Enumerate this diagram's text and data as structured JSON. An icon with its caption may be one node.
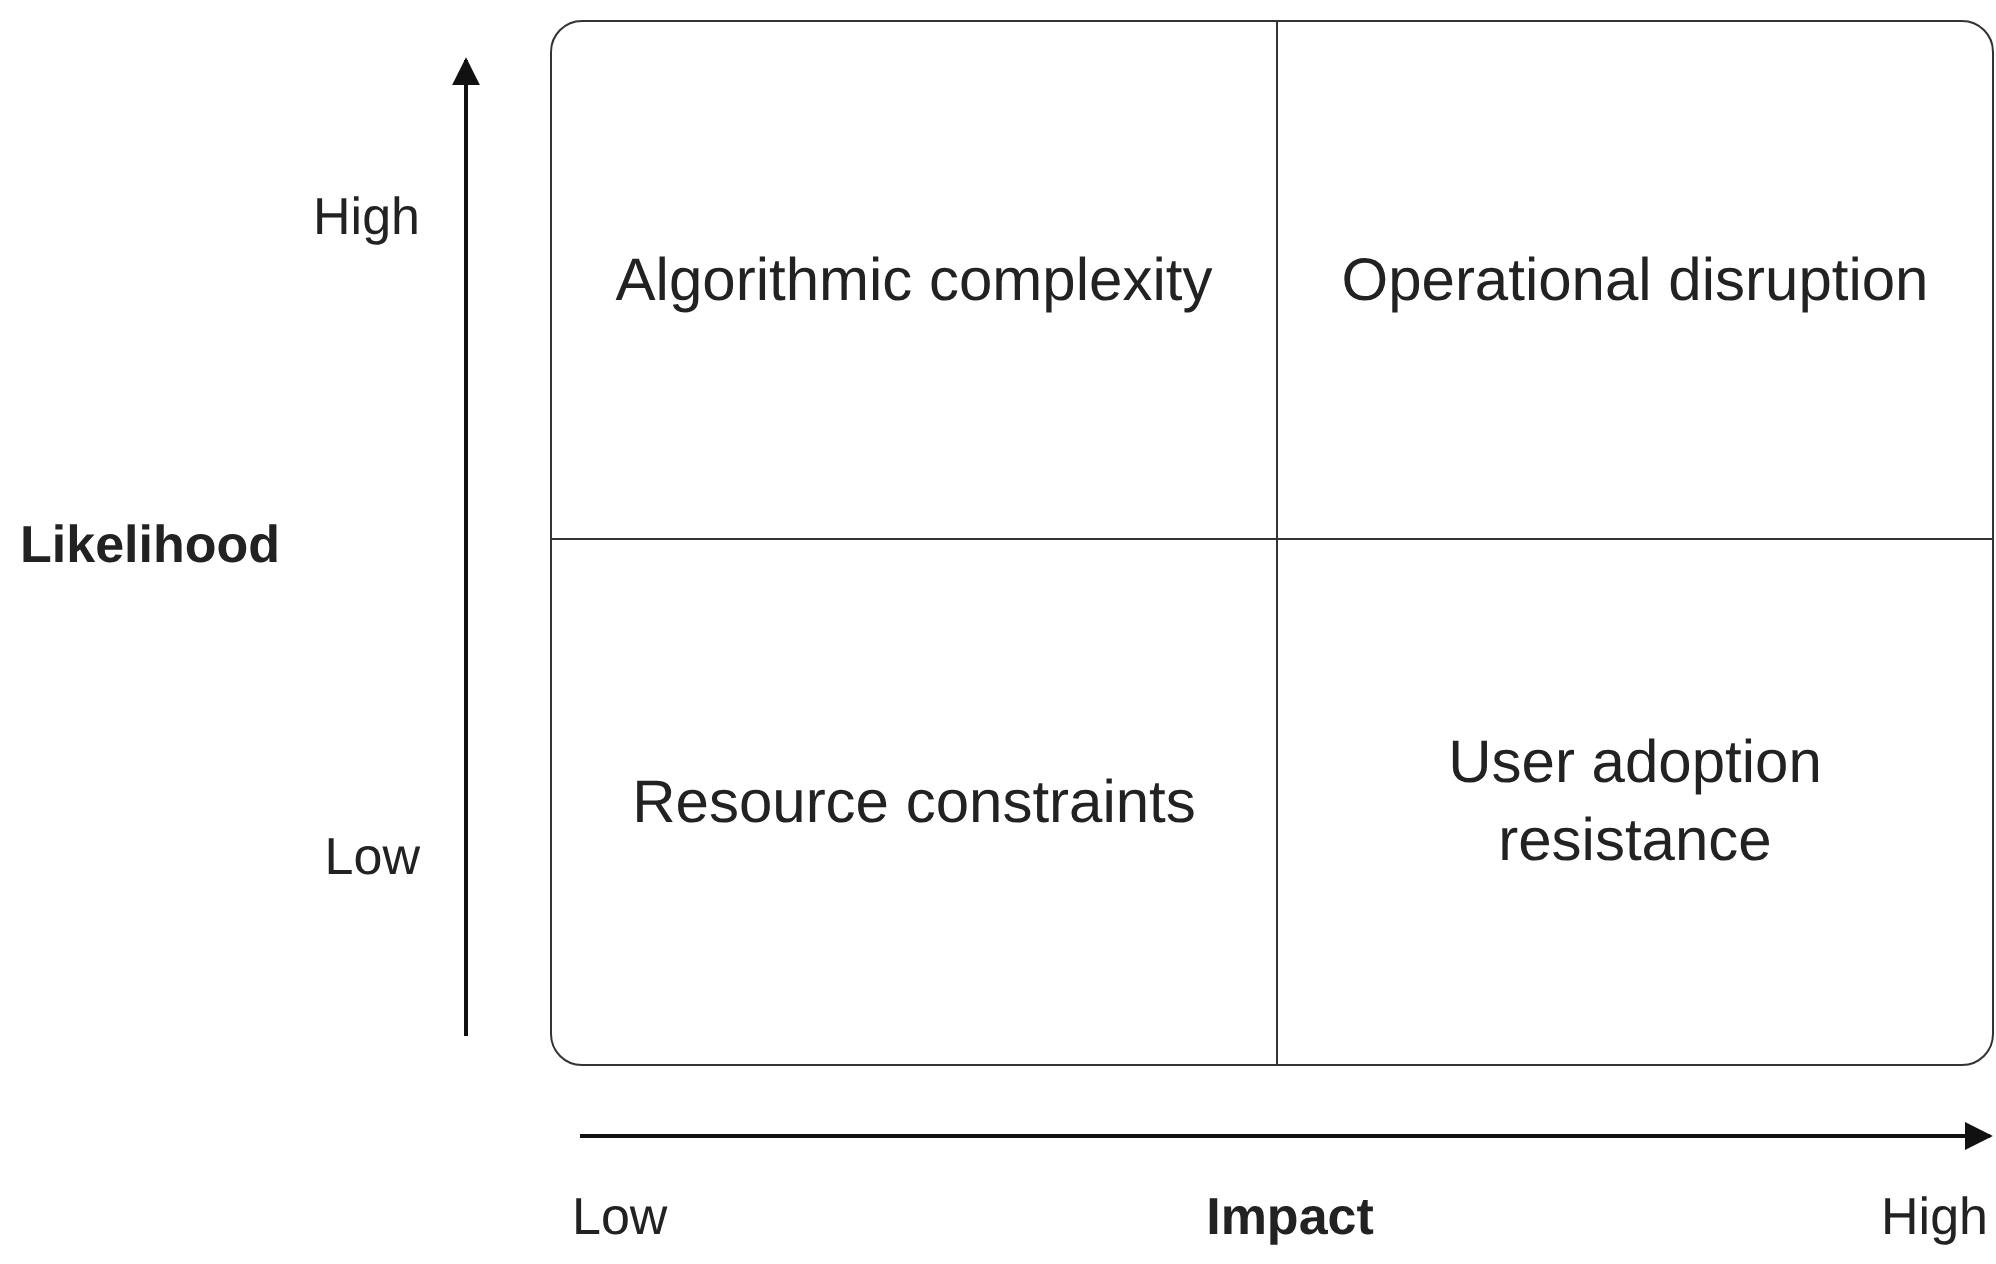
{
  "diagram": {
    "nodes": [
      {
        "text": [],
        "shape": "box"
      },
      {
        "text": [
          "Algorithmic complexity"
        ],
        "in": 0
      },
      {
        "text": [
          "Operational disruption"
        ],
        "in": 0
      },
      {
        "text": [
          "Resource constraints"
        ],
        "in": 0
      },
      {
        "text": [
          "User adoption resistance"
        ],
        "in": 0
      }
    ],
    "labels": [
      "High",
      "Likelihood",
      "Low",
      "Low",
      "Impact",
      "High"
    ]
  }
}
